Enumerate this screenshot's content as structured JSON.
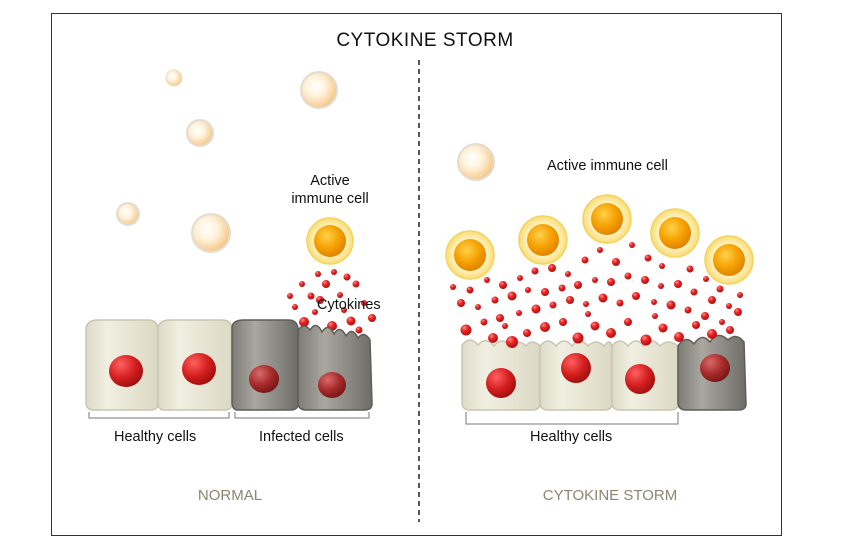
{
  "title": "CYTOKINE STORM",
  "left_panel": {
    "label_active_immune_cell": "Active\nimmune cell",
    "label_cytokines": "Cytokines",
    "label_healthy_cells": "Healthy cells",
    "label_infected_cells": "Infected cells",
    "caption": "NORMAL"
  },
  "right_panel": {
    "label_active_immune_cell": "Active immune cell",
    "label_healthy_cells": "Healthy cells",
    "caption": "CYTOKINE STORM"
  },
  "colors": {
    "cytokine": "#e02020",
    "nucleus": "#d41f1f",
    "healthy_cell": "#ece9d8",
    "infected_cell": "#8e8c86",
    "active_immune_core": "#f5a000",
    "active_immune_halo": "#fbe59a",
    "resting_immune": "#fde7c8",
    "caption": "#8a8672"
  }
}
